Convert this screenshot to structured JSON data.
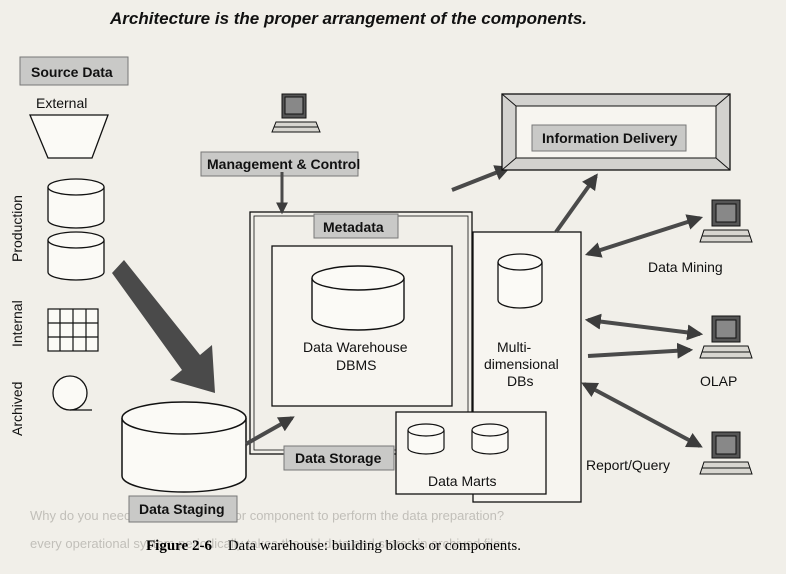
{
  "title": "Architecture is the proper arrangement of the components.",
  "source_data": {
    "header": "Source Data",
    "external": "External",
    "production": "Production",
    "internal": "Internal",
    "archived": "Archived"
  },
  "management_control": "Management & Control",
  "metadata": "Metadata",
  "data_warehouse": [
    "Data Warehouse",
    "DBMS"
  ],
  "multidim": [
    "Multi-",
    "dimensional",
    "DBs"
  ],
  "data_marts": "Data Marts",
  "data_storage": "Data Storage",
  "data_staging": "Data Staging",
  "information_delivery": "Information Delivery",
  "data_mining": "Data Mining",
  "olap": "OLAP",
  "report_query": "Report/Query",
  "caption_label": "Figure 2-6",
  "caption_text": "Data warehouse: building blocks or components.",
  "colors": {
    "label_box": "#c9c9c7",
    "arrow": "#4a4a4a",
    "paper": "#f1efe9"
  }
}
